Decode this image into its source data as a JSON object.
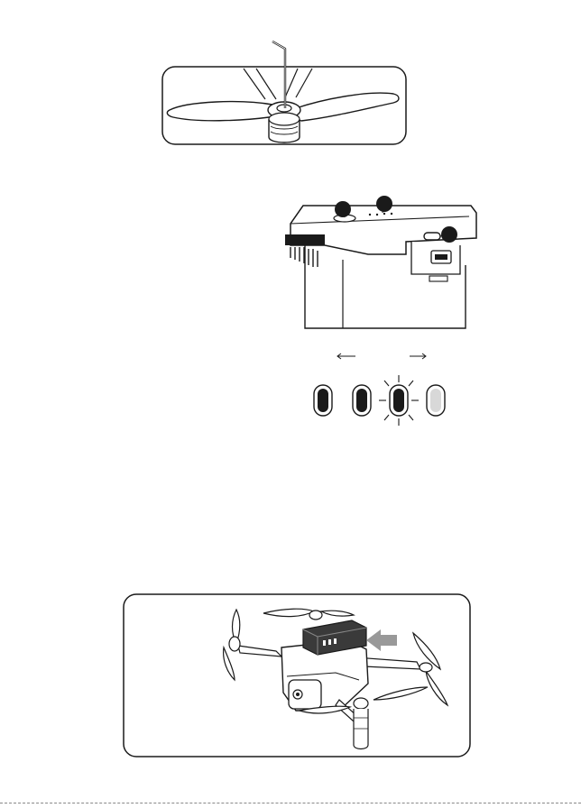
{
  "figures": {
    "propeller": {
      "icon": "allen-key-propeller-icon"
    },
    "battery": {
      "icon": "battery-icon",
      "callouts": [
        "",
        "",
        ""
      ]
    },
    "led_indicator": {
      "icon": "led-indicator-icon",
      "leds": [
        "on",
        "on",
        "blinking",
        "off"
      ]
    },
    "drone": {
      "icon": "drone-battery-insert-icon"
    }
  },
  "colors": {
    "ink": "#1a1a1a",
    "led_on": "#1a1a1a",
    "led_off": "#d8d8d8",
    "arrow": "#999999"
  }
}
